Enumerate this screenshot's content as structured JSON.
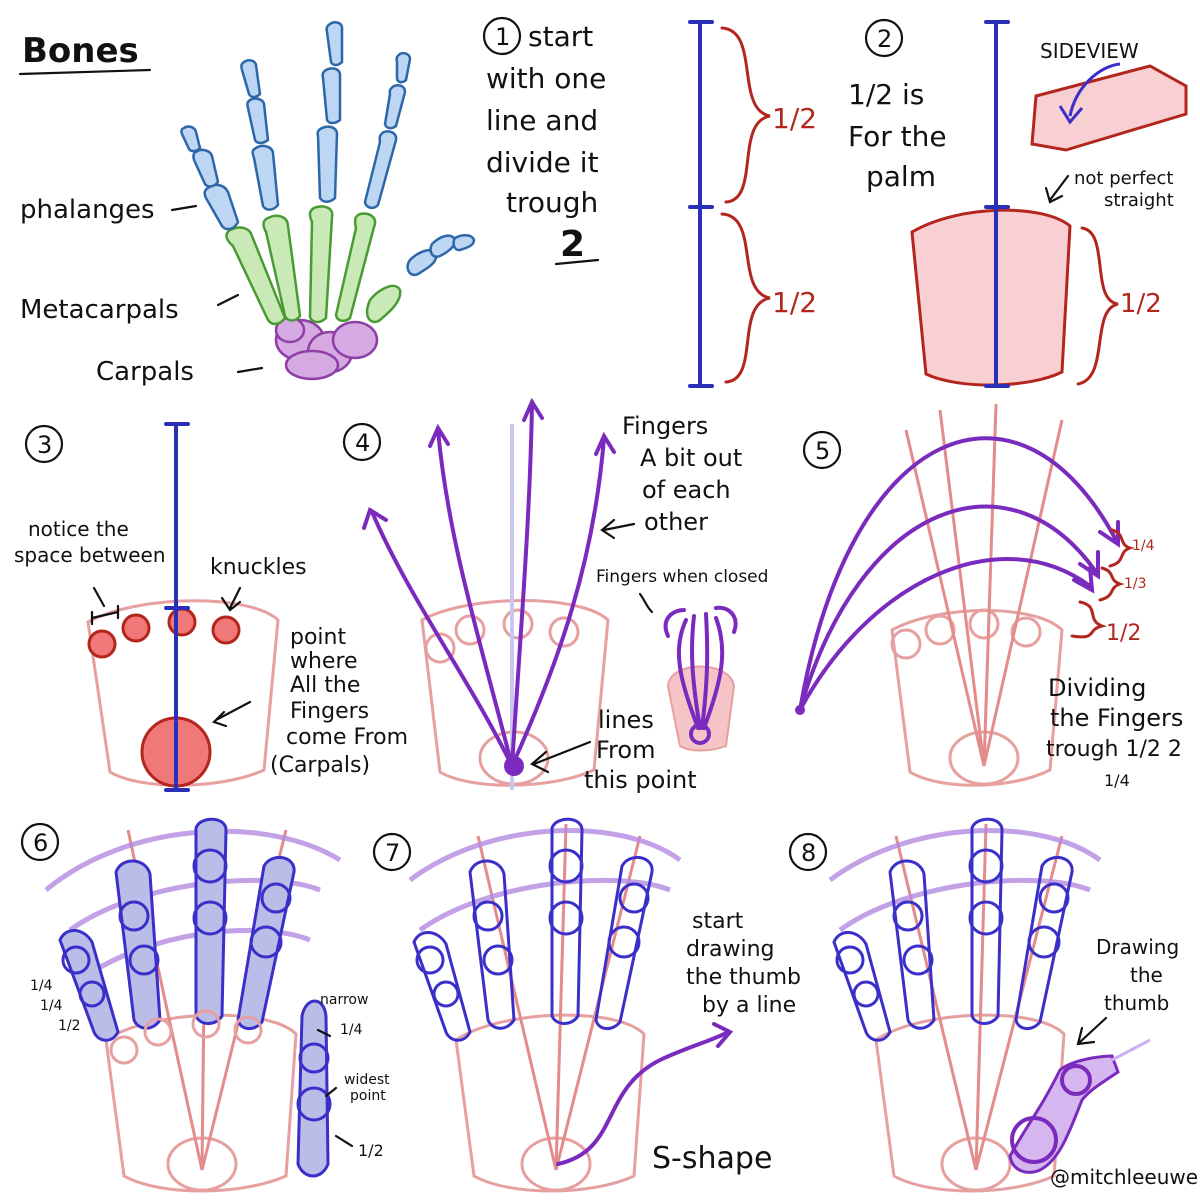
{
  "bones": {
    "title": "Bones",
    "phalanges": "phalanges",
    "metacarpals": "Metacarpals",
    "carpals": "Carpals"
  },
  "step1": {
    "number": "1",
    "lines": [
      "start",
      "with one",
      "line and",
      "divide it",
      "trough",
      "2"
    ],
    "fraction": "1/2"
  },
  "step2": {
    "number": "2",
    "lines": [
      "1/2 is",
      "For the",
      "palm"
    ],
    "sideview": "SIDEVIEW",
    "note": [
      "not perfect",
      "straight"
    ],
    "fraction": "1/2"
  },
  "step3": {
    "number": "3",
    "notice": [
      "notice the",
      "space between"
    ],
    "knuckles": "knuckles",
    "point": [
      "point",
      "where",
      "All the",
      "Fingers",
      "come From",
      "(Carpals)"
    ]
  },
  "step4": {
    "number": "4",
    "fingers": [
      "Fingers",
      "A bit out",
      "of each",
      "other"
    ],
    "closed": "Fingers when closed",
    "lines": [
      "lines",
      "From",
      "this point"
    ]
  },
  "step5": {
    "number": "5",
    "dividing": [
      "Dividing",
      "the Fingers",
      "trough 1/2 2",
      "1/4"
    ],
    "fractions": [
      "1/4",
      "1/3",
      "1/2"
    ]
  },
  "step6": {
    "number": "6",
    "fractions": [
      "1/4",
      "1/4",
      "1/2"
    ],
    "narrow": "narrow",
    "quarter": "1/4",
    "widest": [
      "widest",
      "point"
    ],
    "half": "1/2"
  },
  "step7": {
    "number": "7",
    "text": [
      "start",
      "drawing",
      "the thumb",
      "by a line"
    ],
    "shape": "S-shape"
  },
  "step8": {
    "number": "8",
    "text": [
      "Drawing",
      "the",
      "thumb"
    ],
    "credit": "@mitchleeuwe"
  }
}
